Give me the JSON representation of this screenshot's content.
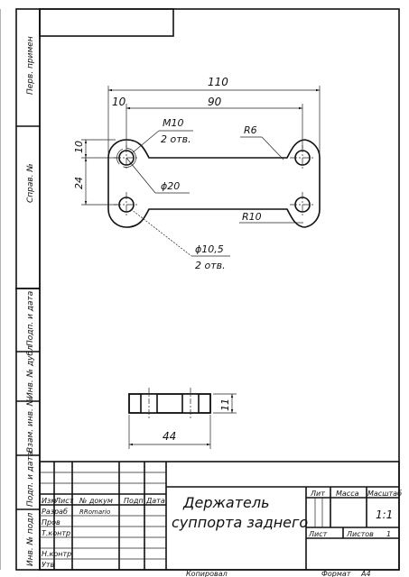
{
  "drawing": {
    "title_line1": "Держатель",
    "title_line2": "суппорта заднего",
    "dims": {
      "overall": "110",
      "inner": "90",
      "edge": "10",
      "hole_v": "10",
      "pitch_v": "24",
      "m10": "M10",
      "m10_count": "2 отв.",
      "r6": "R6",
      "r10": "R10",
      "d20": "ϕ20",
      "d10_5": "ϕ10,5",
      "d10_5_count": "2 отв.",
      "thickness": "11",
      "width": "44"
    }
  },
  "side_strip": {
    "perv_primen": "Перв. примен",
    "sprav_no": "Справ. №",
    "podp_data_1": "Подп. и дата",
    "inv_dubl": "Инв. № дубл",
    "vzam_inv": "Взам. инв. №",
    "podp_data_2": "Подп. и дата",
    "inv_podl": "Инв. № подл"
  },
  "title_block": {
    "izm": "Изм",
    "list": "Лист",
    "doc_no": "№ докум",
    "podp": "Подп",
    "data": "Дата",
    "razrab": "Разраб",
    "razrab_name": "RRomario",
    "prov": "Пров",
    "t_kontr": "Т.контр",
    "n_kontr": "Н.контр",
    "utv": "Утв",
    "lit": "Лит",
    "massa": "Масса",
    "masshtab": "Масштаб",
    "scale_value": "1:1",
    "list_label": "Лист",
    "listov_label": "Листов",
    "listov_value": "1"
  },
  "footer": {
    "kopiroval": "Копировал",
    "format": "Формат",
    "format_value": "А4"
  }
}
